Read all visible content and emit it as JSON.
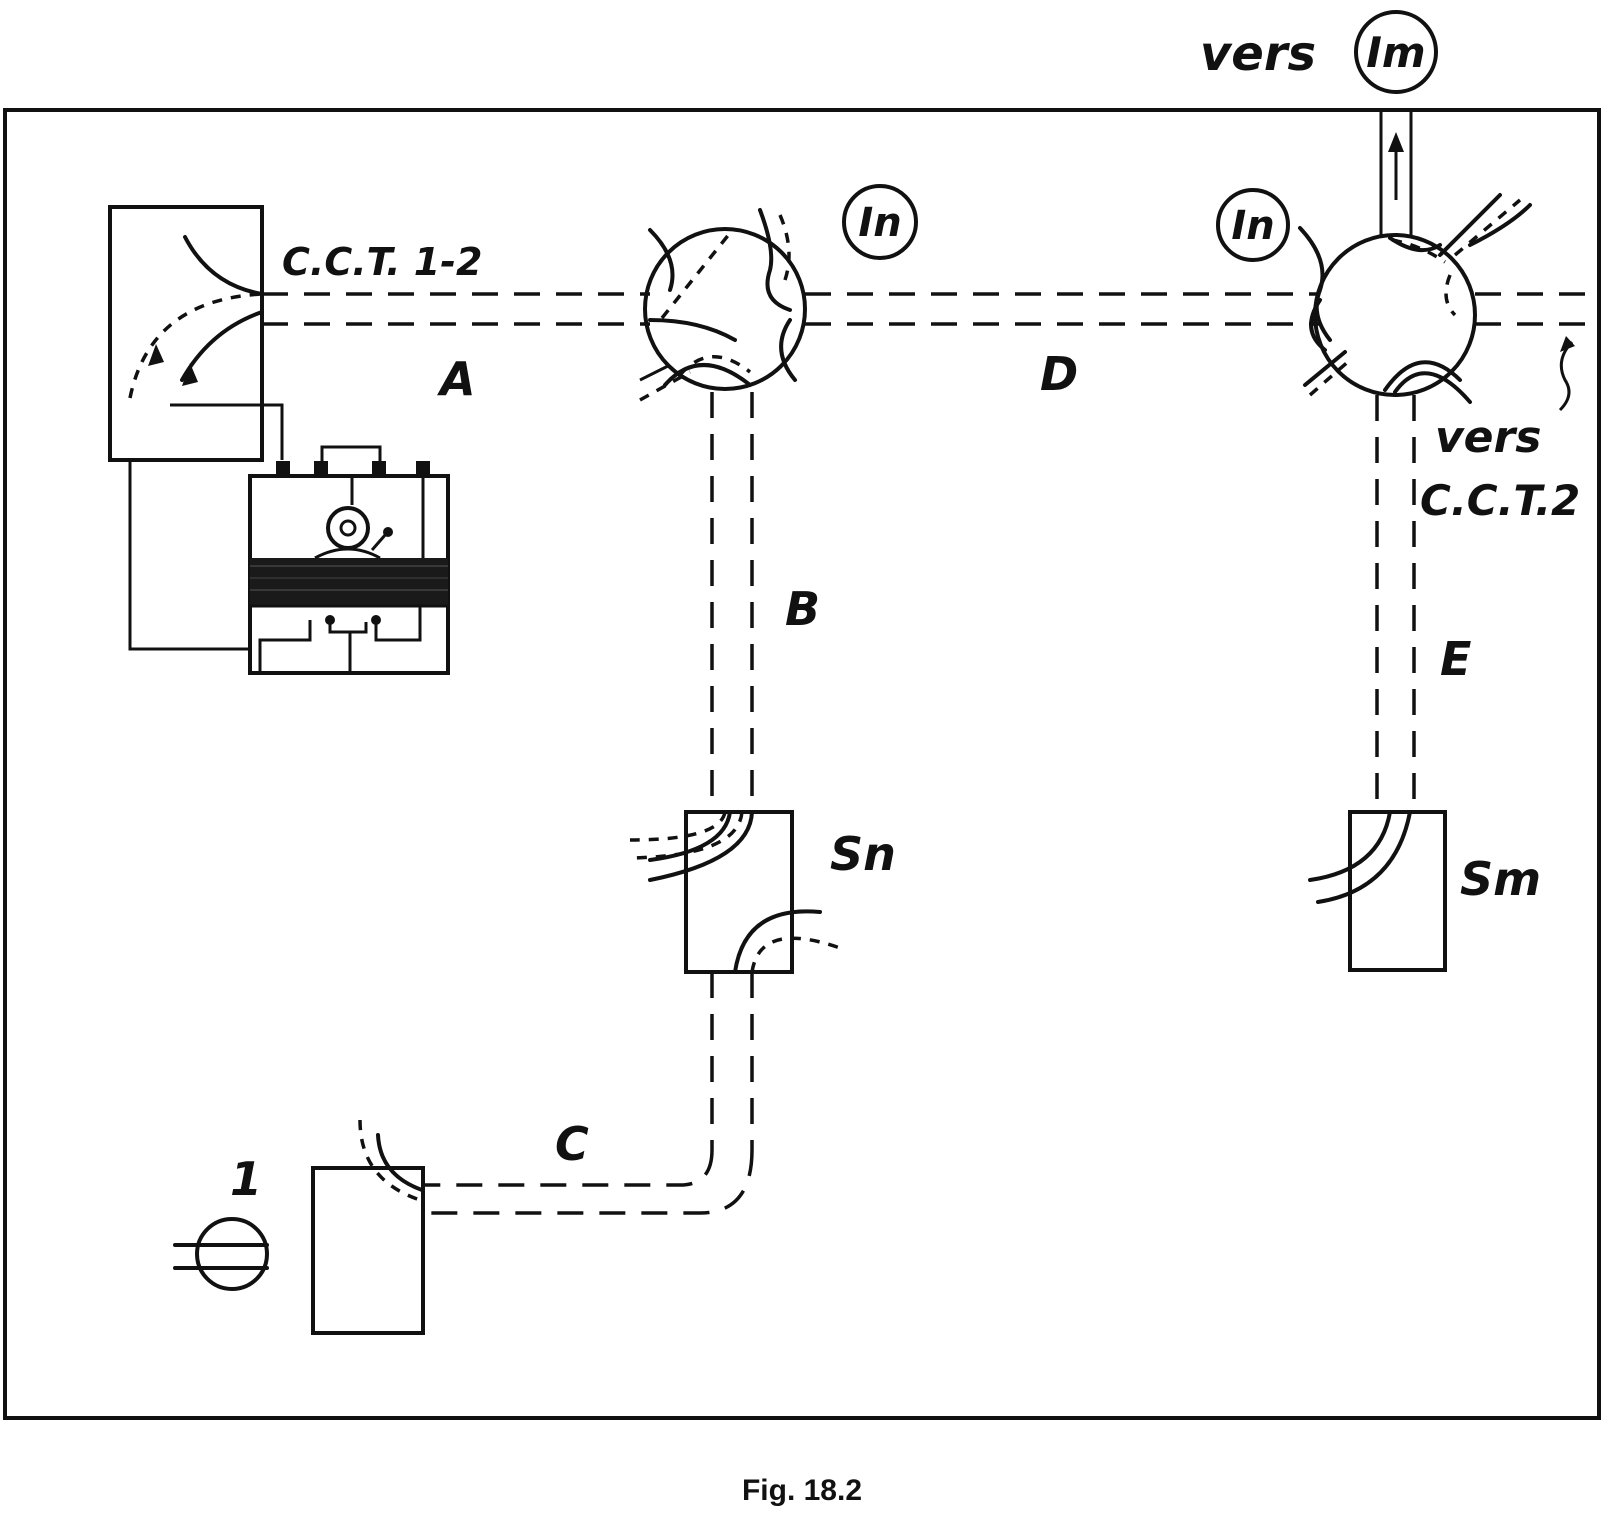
{
  "labels": {
    "cct12": "C.C.T. 1-2",
    "A": "A",
    "B": "B",
    "C": "C",
    "D": "D",
    "E": "E",
    "in_left": "In",
    "in_right": "In",
    "vers_top": "vers",
    "im": "Im",
    "vers_right": "vers",
    "cct2": "C.C.T.2",
    "sn": "Sn",
    "sm": "Sm",
    "one": "1"
  },
  "caption": "Fig. 18.2"
}
